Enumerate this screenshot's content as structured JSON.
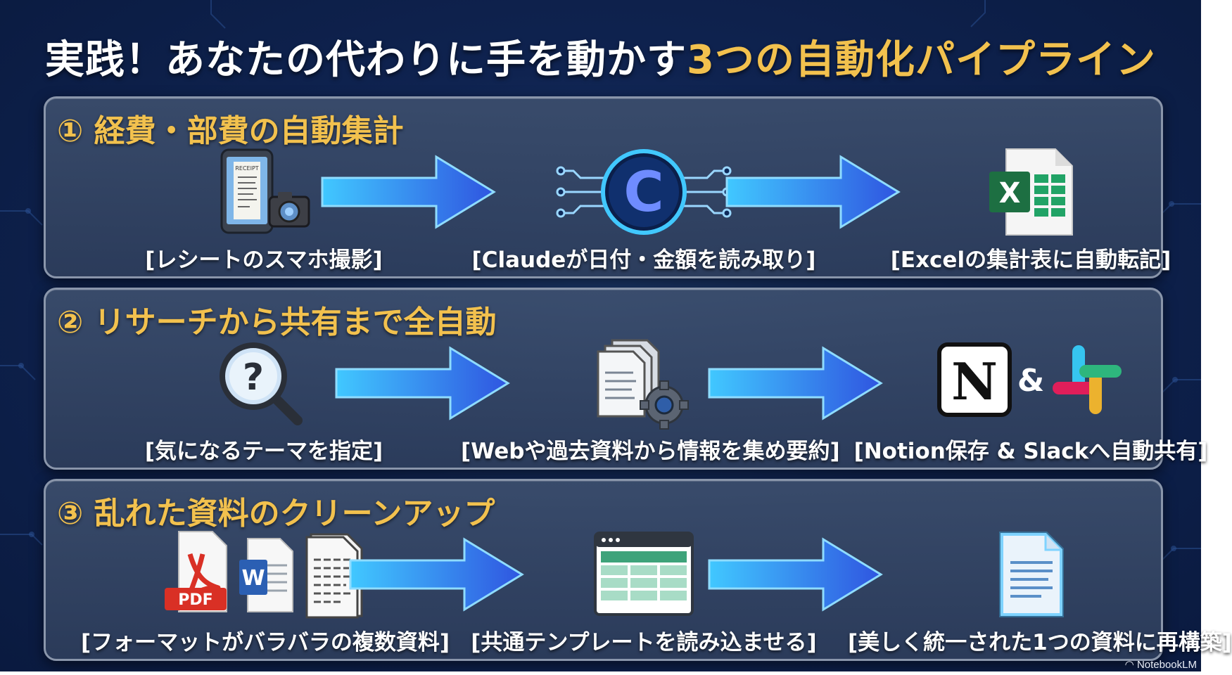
{
  "title": {
    "main": "実践！あなたの代わりに手を動かす",
    "accent": "3つの自動化パイプライン"
  },
  "colors": {
    "background": "#0f2350",
    "accent_gold": "#f2c14e",
    "panel_border": "#8a96ab",
    "arrow_blue": "#2f7be8",
    "glow_cyan": "#41c8ff"
  },
  "pipelines": [
    {
      "title": "① 経費・部費の自動集計",
      "steps": [
        {
          "icon": "smartphone-receipt-camera-icon",
          "label": "[レシートのスマホ撮影]",
          "receipt_text": "RECEIPT"
        },
        {
          "icon": "claude-circuit-icon",
          "label": "[Claudeが日付・金額を読み取り]",
          "logo_letter": "C"
        },
        {
          "icon": "excel-icon",
          "label": "[Excelの集計表に自動転記]",
          "logo_letter": "X"
        }
      ]
    },
    {
      "title": "② リサーチから共有まで全自動",
      "steps": [
        {
          "icon": "magnifier-question-icon",
          "label": "[気になるテーマを指定]",
          "symbol": "?"
        },
        {
          "icon": "documents-gear-icon",
          "label": "[Webや過去資料から情報を集め要約]"
        },
        {
          "icon": "notion-slack-icon",
          "label": "[Notion保存 & Slackへ自動共有]",
          "logo_letter": "N",
          "connector": "&"
        }
      ]
    },
    {
      "title": "③ 乱れた資料のクリーンアップ",
      "steps": [
        {
          "icon": "pdf-word-documents-icon",
          "label": "[フォーマットがバラバラの複数資料]",
          "pdf_text": "PDF",
          "word_letter": "W"
        },
        {
          "icon": "spreadsheet-template-icon",
          "label": "[共通テンプレートを読み込ませる]"
        },
        {
          "icon": "clean-document-icon",
          "label": "[美しく統一された1つの資料に再構築]"
        }
      ]
    }
  ],
  "badge": "NotebookLM"
}
